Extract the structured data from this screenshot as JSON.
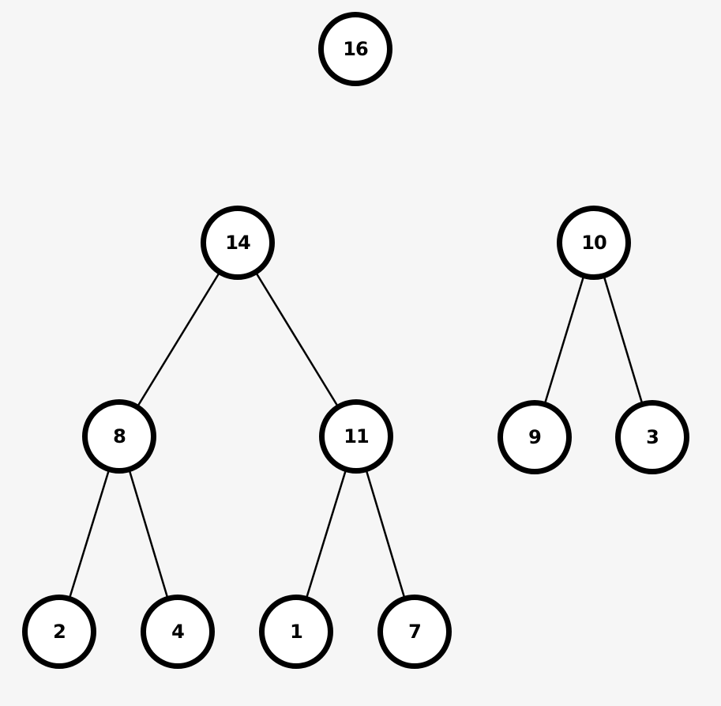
{
  "diagram": {
    "background_color": "#f6f6f6",
    "node_fill_color": "#ffffff",
    "node_border_color": "#000000",
    "node_text_color": "#000000",
    "edge_color": "#000000",
    "nodes": {
      "n16": {
        "value": "16"
      },
      "n14": {
        "value": "14"
      },
      "n10": {
        "value": "10"
      },
      "n8": {
        "value": "8"
      },
      "n11": {
        "value": "11"
      },
      "n9": {
        "value": "9"
      },
      "n3": {
        "value": "3"
      },
      "n2": {
        "value": "2"
      },
      "n4": {
        "value": "4"
      },
      "n1": {
        "value": "1"
      },
      "n7": {
        "value": "7"
      }
    },
    "edges": [
      {
        "from": "14",
        "to": "8"
      },
      {
        "from": "14",
        "to": "11"
      },
      {
        "from": "8",
        "to": "2"
      },
      {
        "from": "8",
        "to": "4"
      },
      {
        "from": "11",
        "to": "1"
      },
      {
        "from": "11",
        "to": "7"
      },
      {
        "from": "10",
        "to": "9"
      },
      {
        "from": "10",
        "to": "3"
      }
    ],
    "roots": [
      "16",
      "14",
      "10"
    ]
  }
}
